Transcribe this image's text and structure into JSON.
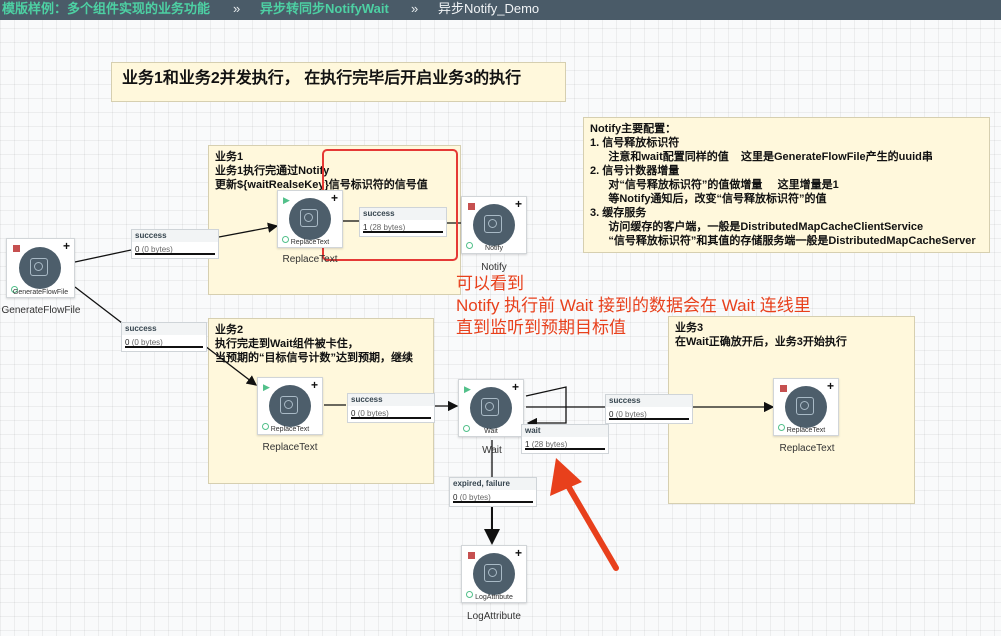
{
  "topbar": {
    "crumb1": "模版样例：多个组件实现的业务功能",
    "sep1": "»",
    "crumb2": "异步转同步NotifyWait",
    "sep2": "»",
    "crumb3": "异步Notify_Demo"
  },
  "labels": {
    "main_title": "业务1和业务2并发执行， 在执行完毕后开启业务3的执行",
    "biz1": "业务1\n业务1执行完通过Notify\n更新${waitRealseKey}信号标识符的信号值",
    "biz2": "业务2\n执行完走到Wait组件被卡住，\n当预期的“目标信号计数”达到预期，继续",
    "biz3": "业务3\n在Wait正确放开后，业务3开始执行",
    "notify_config": "Notify主要配置：\n1. 信号释放标识符\n      注意和wait配置同样的值    这里是GenerateFlowFile产生的uuid串\n2. 信号计数器增量\n      对“信号释放标识符”的值做增量     这里增量是1\n      等Notify通知后，改变“信号释放标识符”的值\n3. 缓存服务\n      访问缓存的客户端，一般是DistributedMapCacheClientService\n      “信号释放标识符”和其值的存储服务端一般是DistributedMapCacheServer"
  },
  "annotation": {
    "text": "可以看到\nNotify 执行前 Wait 接到的数据会在 Wait 连线里\n直到监听到预期目标值",
    "color": "#e8401c"
  },
  "processors": {
    "gen": {
      "type": "GenerateFlowFile",
      "name": "GenerateFlowFile",
      "status": "stopped"
    },
    "rt1": {
      "type": "ReplaceText",
      "name": "ReplaceText",
      "status": "running"
    },
    "notify": {
      "type": "Notify",
      "name": "Notify",
      "status": "stopped"
    },
    "rt2": {
      "type": "ReplaceText",
      "name": "ReplaceText",
      "status": "running"
    },
    "wait": {
      "type": "Wait",
      "name": "Wait",
      "status": "running"
    },
    "rt3": {
      "type": "ReplaceText",
      "name": "ReplaceText",
      "status": "stopped"
    },
    "log": {
      "type": "LogAttribute",
      "name": "LogAttribute",
      "status": "stopped"
    }
  },
  "connections": {
    "c1": {
      "relationship": "success",
      "count": "0",
      "bytes": "(0 bytes)"
    },
    "c2": {
      "relationship": "success",
      "count": "0",
      "bytes": "(0 bytes)"
    },
    "c3": {
      "relationship": "success",
      "count": "1",
      "bytes": "(28 bytes)"
    },
    "c4": {
      "relationship": "success",
      "count": "0",
      "bytes": "(0 bytes)"
    },
    "c5": {
      "relationship": "success",
      "count": "0",
      "bytes": "(0 bytes)"
    },
    "c6": {
      "relationship": "wait",
      "count": "1",
      "bytes": "(28 bytes)"
    },
    "c7": {
      "relationship": "expired, failure",
      "count": "0",
      "bytes": "(0 bytes)"
    }
  },
  "colors": {
    "topbar": "#4a5b68",
    "breadcrumb_green": "#4dd0a3",
    "label_bg": "#fff8dc",
    "processor_circle": "#4d5e6b",
    "highlight": "#e53935",
    "running": "#52c08a",
    "stopped": "#c65050"
  }
}
